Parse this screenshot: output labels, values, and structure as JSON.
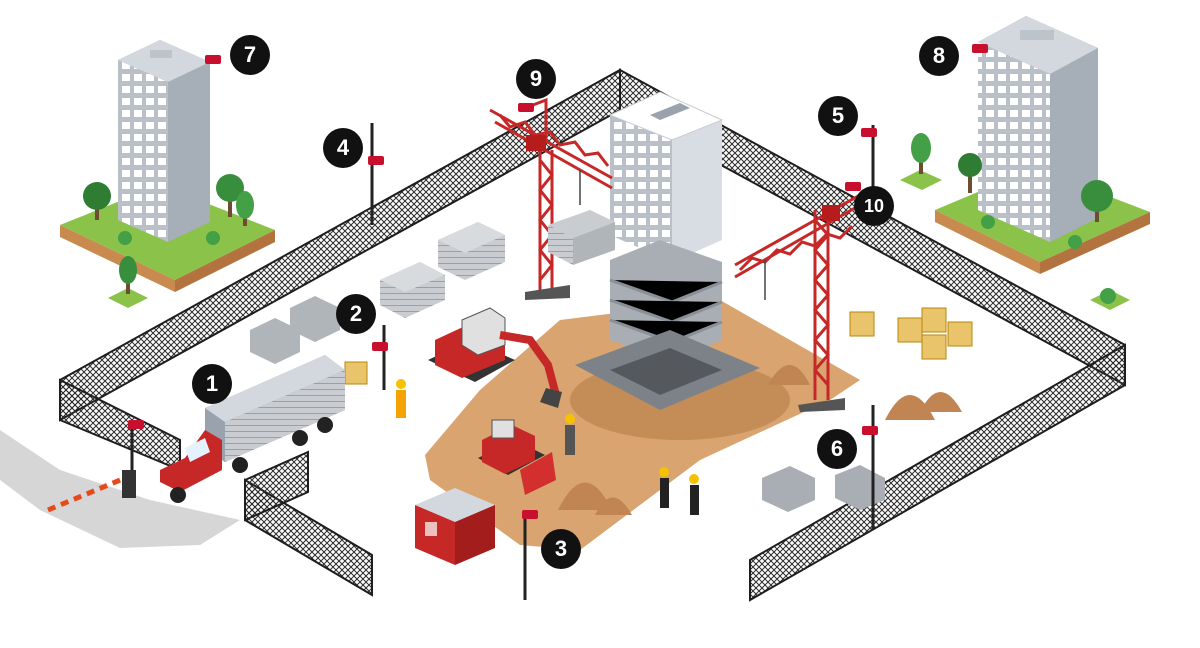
{
  "markers": [
    {
      "label": "1",
      "target": "truck-camera"
    },
    {
      "label": "2",
      "target": "material-yard-camera"
    },
    {
      "label": "3",
      "target": "site-office-camera"
    },
    {
      "label": "4",
      "target": "north-fence-camera"
    },
    {
      "label": "5",
      "target": "east-fence-camera"
    },
    {
      "label": "6",
      "target": "storage-area-camera"
    },
    {
      "label": "7",
      "target": "left-building-camera"
    },
    {
      "label": "8",
      "target": "right-building-camera"
    },
    {
      "label": "9",
      "target": "left-crane-camera"
    },
    {
      "label": "10",
      "target": "right-crane-camera"
    }
  ],
  "colors": {
    "camera": "#c8102e",
    "crane": "#d32f2f",
    "ground": "#d9a46f",
    "grass": "#8bc34a",
    "fence": "#2b2b2b",
    "building": "#b8bec6",
    "marker": "#111111"
  },
  "icons": [
    "security-camera-icon",
    "tower-crane-icon",
    "excavator-icon",
    "bulldozer-icon",
    "truck-icon",
    "barrier-gate-icon",
    "worker-icon",
    "office-cabin-icon",
    "tree-icon"
  ]
}
